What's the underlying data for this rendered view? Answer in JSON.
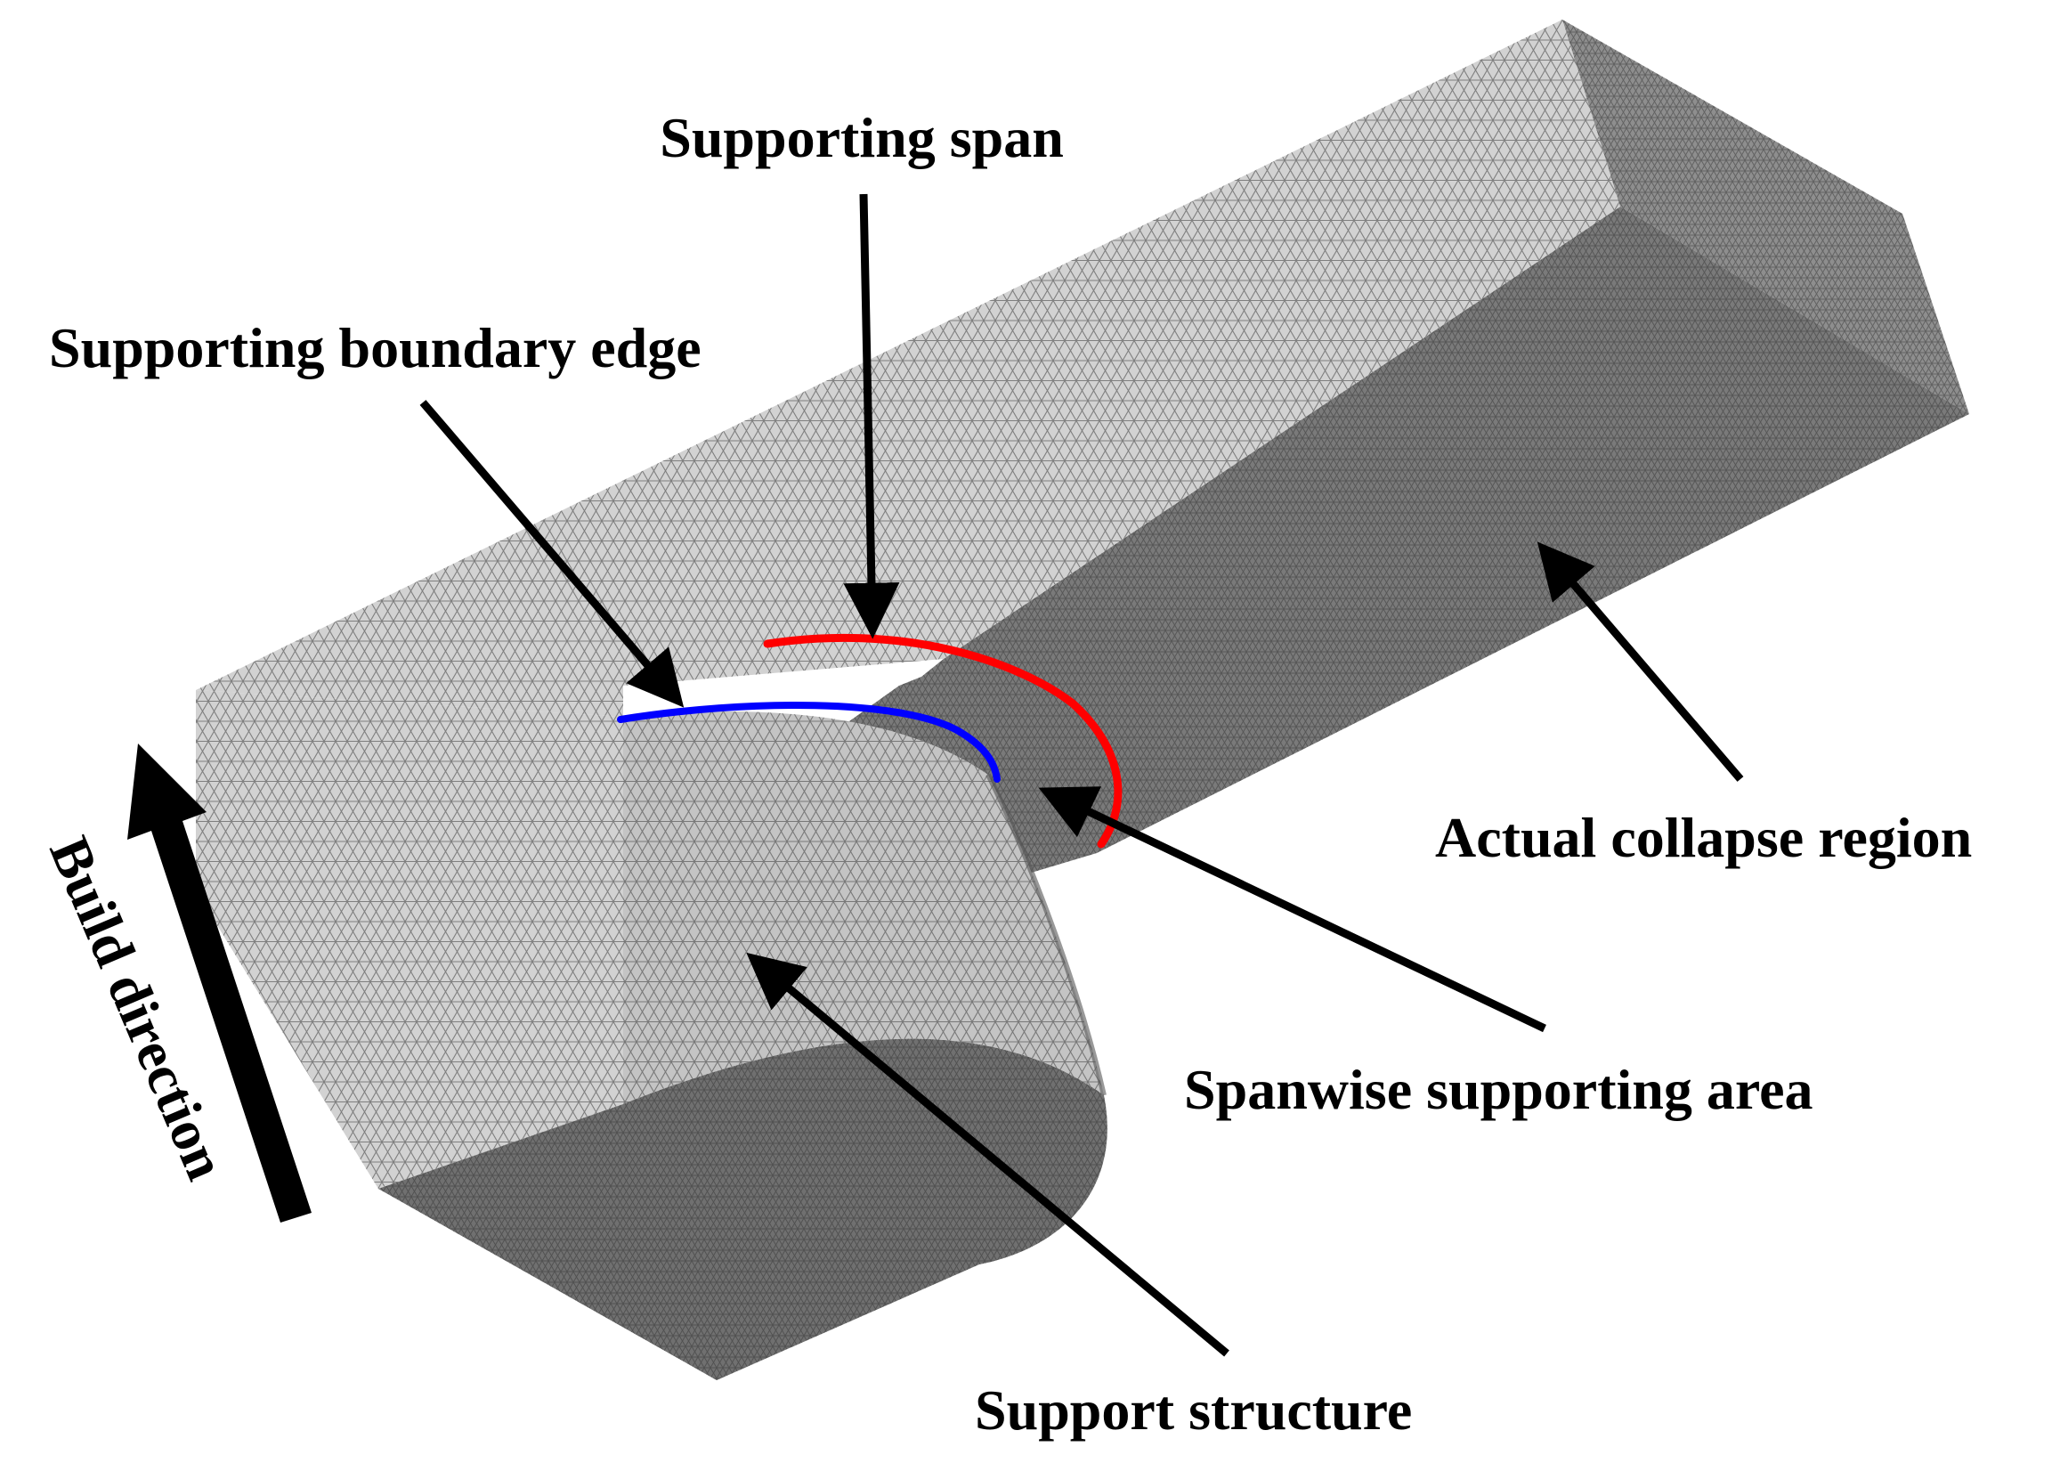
{
  "labels": {
    "supporting_span": "Supporting span",
    "supporting_boundary_edge": "Supporting boundary edge",
    "actual_collapse_region": "Actual collapse region",
    "spanwise_supporting_area": "Spanwise supporting area",
    "support_structure": "Support structure",
    "build_direction": "Build direction"
  },
  "colors": {
    "supporting_span_curve": "#ff0000",
    "boundary_edge_curve": "#0000ff",
    "arrow": "#000000",
    "mesh_top": "#d2d2d2",
    "mesh_side": "#7a7a7a",
    "mesh_end": "#8e8e8e",
    "support_curved_face": "#c4c4c4",
    "support_bottom_face": "#707070"
  }
}
